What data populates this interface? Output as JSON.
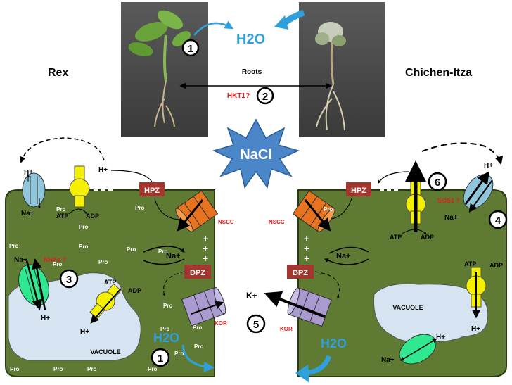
{
  "photos": {
    "left_cultivar": "Rex",
    "right_cultivar": "Chichen-Itza",
    "roots_label": "Roots",
    "hkt_label": "HKT1?",
    "water_label": "H2O",
    "marker_1": "1",
    "marker_2": "2"
  },
  "stress": {
    "label": "NaCl"
  },
  "left_cell": {
    "h_plus": "H+",
    "na_plus_left": "Na+",
    "atp": "ATP",
    "adp": "ADP",
    "hpz": "HPZ",
    "nscc": "NSCC",
    "na_plus_mid": "Na+",
    "dpz": "DPZ",
    "kor": "KOR",
    "nhx_label": "NHXs ?",
    "nhx_na": "Na+",
    "nhx_h": "H+",
    "vac_atp": "ATP",
    "vac_adp": "ADP",
    "vac_h": "H+",
    "vacuole": "VACUOLE",
    "water": "H2O",
    "marker_3": "3",
    "marker_1": "1",
    "pro": "Pro"
  },
  "right_cell": {
    "h_plus": "H+",
    "na_plus_antiport": "Na+",
    "h_plus_antiport": "H+",
    "sos_label": "SOS1 ?",
    "atp": "ATP",
    "adp": "ADP",
    "hpz": "HPZ",
    "nscc": "NSCC",
    "na_plus_mid": "Na+",
    "dpz": "DPZ",
    "kor": "KOR",
    "vac_atp": "ATP",
    "vac_adp": "ADP",
    "vac_h": "H+",
    "vacuole": "VACUOLE",
    "nhx_na": "Na+",
    "nhx_h": "H+",
    "water": "H2O",
    "marker_6": "6",
    "marker_4": "4",
    "pro": "Pro"
  },
  "center": {
    "k_plus": "K+",
    "marker_5": "5"
  },
  "colors": {
    "cell_fill": "#5f7b33",
    "vacuole_fill": "#d6e4f2",
    "hpz_fill": "#a3362e",
    "nscc_fill": "#e8731e",
    "kor_fill": "#a99ad0",
    "pump_fill": "#f5f000",
    "antiporter_fill": "#8fc6dc",
    "nhx_fill": "#2fe88f",
    "water_blue": "#2fa0dc",
    "nacl_fill": "#4a86c8",
    "red_label": "#e02020"
  }
}
